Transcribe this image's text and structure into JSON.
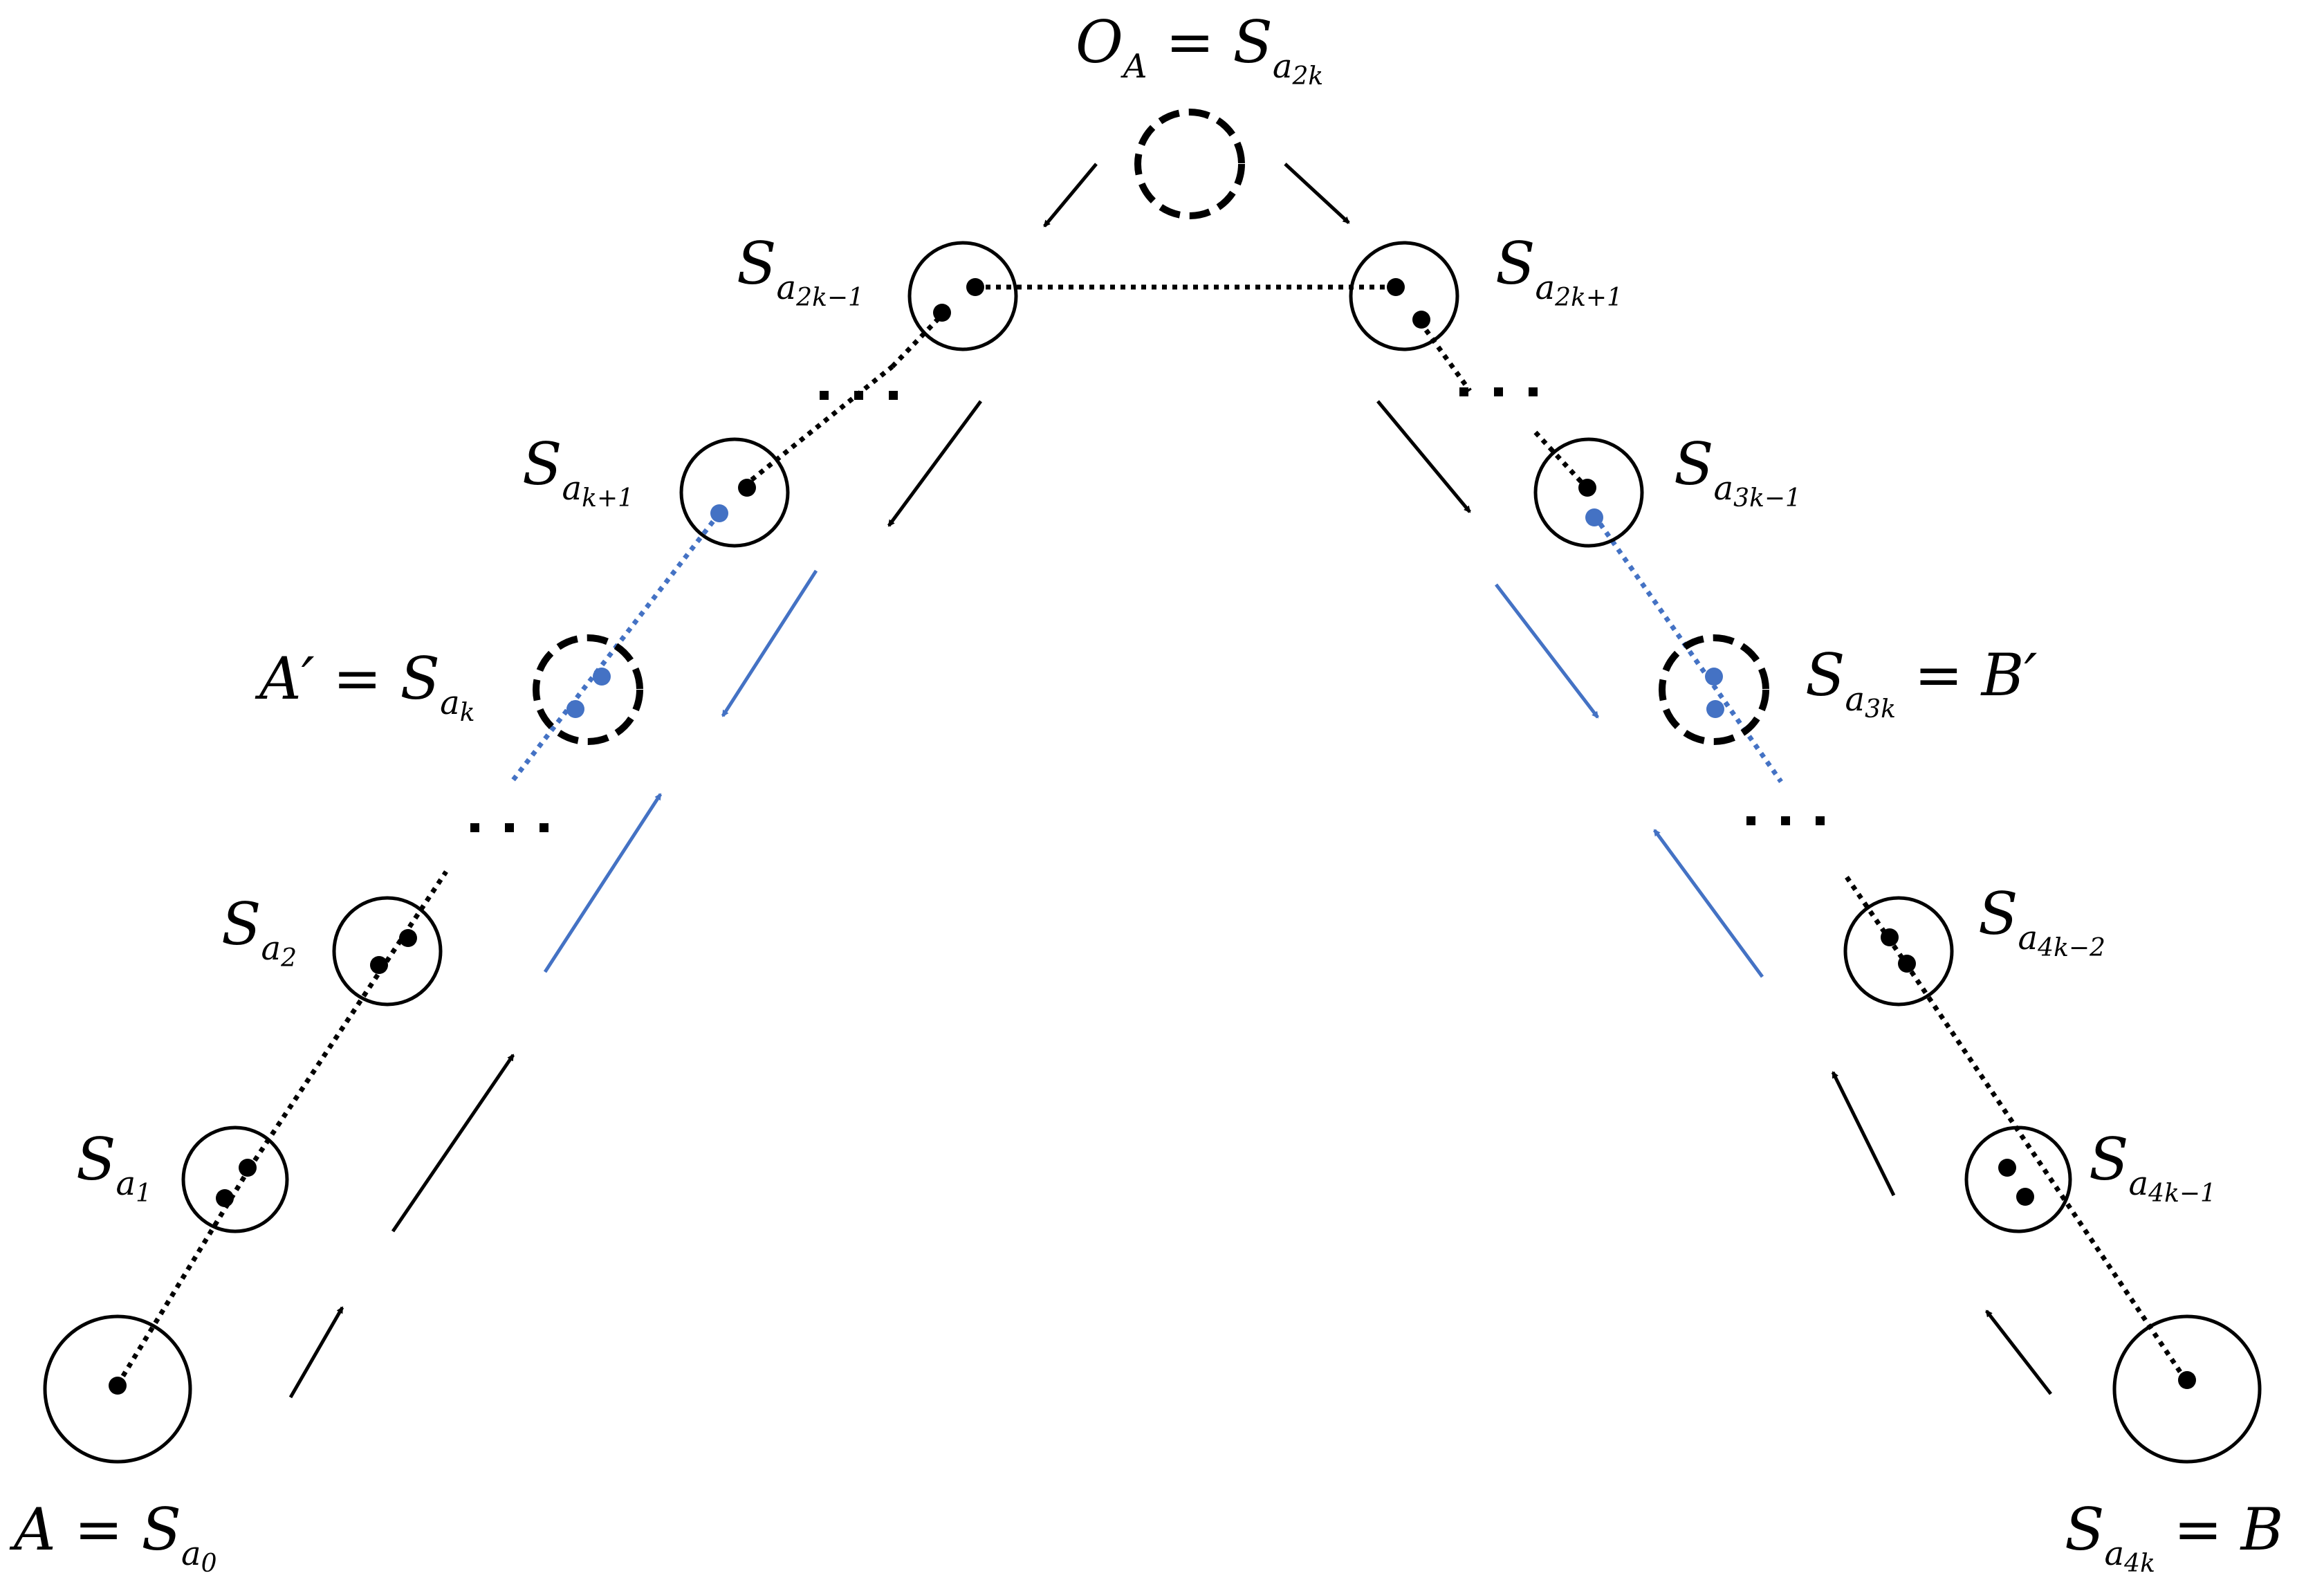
{
  "colors": {
    "black": "#000000",
    "blue": "#4472c4",
    "background": "#ffffff"
  },
  "labels": {
    "top": {
      "main": "O",
      "main_sub": "A",
      "eq": " = ",
      "S": "S",
      "a": "a",
      "idx": "2k"
    },
    "l_2k1": {
      "S": "S",
      "a": "a",
      "idx": "2k−1"
    },
    "r_2k1": {
      "S": "S",
      "a": "a",
      "idx": "2k+1"
    },
    "l_k1": {
      "S": "S",
      "a": "a",
      "idx": "k+1"
    },
    "r_3k1": {
      "S": "S",
      "a": "a",
      "idx": "3k−1"
    },
    "l_k": {
      "prefix": "A′ = ",
      "S": "S",
      "a": "a",
      "idx": "k"
    },
    "r_3k": {
      "S": "S",
      "a": "a",
      "idx": "3k",
      "suffix": " = B′"
    },
    "l_2": {
      "S": "S",
      "a": "a",
      "idx": "2"
    },
    "r_4k2": {
      "S": "S",
      "a": "a",
      "idx": "4k−2"
    },
    "l_1": {
      "S": "S",
      "a": "a",
      "idx": "1"
    },
    "r_4k1": {
      "S": "S",
      "a": "a",
      "idx": "4k−1"
    },
    "l_0": {
      "prefix": "A = ",
      "S": "S",
      "a": "a",
      "idx": "0"
    },
    "r_4k": {
      "S": "S",
      "a": "a",
      "idx": "4k",
      "suffix": " = B"
    }
  },
  "ellipsis": "· · ·"
}
